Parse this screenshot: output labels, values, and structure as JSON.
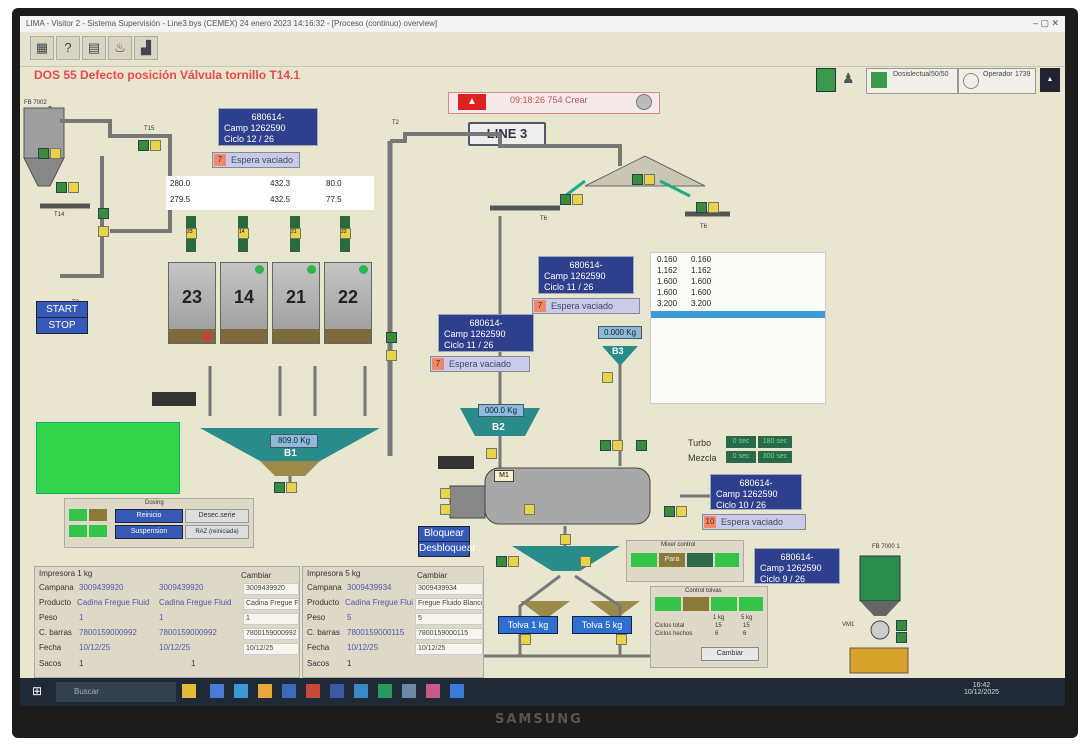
{
  "window": {
    "title": "LIMA - Visitor 2 - Sistema Supervisión - Line3.bys (CEMEX) 24 enero 2023 14:16:32 - [Proceso (continuo) overview]"
  },
  "alarm": {
    "message": "DOS    55  Defecto posición Válvula tornillo T14.1",
    "datetime": "09:18:26   754 Crear"
  },
  "line_label": "LINE 3",
  "tags": {
    "fb_top": "FB 7002",
    "t14_small": "T14",
    "t15": "T15",
    "t2": "T2",
    "t6": "T6",
    "t3": "T3",
    "t6b": "T6",
    "fb_filter": "FB 7000 1",
    "vm": "VM1"
  },
  "recipes": [
    {
      "line1": "680614-",
      "line2": "Camp 1262590",
      "line3": "Ciclo  12 / 26"
    },
    {
      "line1": "680614-",
      "line2": "Camp 1262590",
      "line3": "Ciclo  11 / 26"
    },
    {
      "line1": "680614-",
      "line2": "Camp 1262590",
      "line3": "Ciclo  11 / 26"
    },
    {
      "line1": "680614-",
      "line2": "Camp 1262590",
      "line3": "Ciclo  10 / 26"
    },
    {
      "line1": "680614-",
      "line2": "Camp 1262590",
      "line3": "Ciclo  9 / 26"
    }
  ],
  "espera": [
    {
      "num": "7",
      "text": "Espera vaciado"
    },
    {
      "num": "7",
      "text": "Espera vaciado"
    },
    {
      "num": "7",
      "text": "Espera vaciado"
    },
    {
      "num": "10",
      "text": "Espera vaciado"
    }
  ],
  "silo_readout": {
    "row1": [
      "280.0",
      "432.3",
      "80.0"
    ],
    "row2": [
      "279.5",
      "432.5",
      "77.5"
    ]
  },
  "silos": [
    "23",
    "14",
    "21",
    "22"
  ],
  "silo_tags": [
    "23",
    "14",
    "21",
    "22"
  ],
  "controls": {
    "start": "START",
    "stop": "STOP"
  },
  "b1": {
    "weight": "809.0 Kg",
    "label": "B1"
  },
  "b2": {
    "weight": "000.0 Kg",
    "label": "B2"
  },
  "b3": {
    "weight": "0.000 Kg",
    "label": "B3"
  },
  "mixer": {
    "label": "M1",
    "turbo_label": "Turbo",
    "mezcla_label": "Mezcla",
    "turbo_vals": [
      "0 sec",
      "180 sec"
    ],
    "mezcla_vals": [
      "0 sec",
      "300 sec"
    ]
  },
  "weights_table": [
    [
      "0.160",
      "0.160"
    ],
    [
      "1.162",
      "1.162"
    ],
    [
      "1.600",
      "1.600"
    ],
    [
      "1.600",
      "1.600"
    ],
    [
      "3.200",
      "3.200"
    ]
  ],
  "dosing": {
    "title": "Dosing",
    "btn1": "Reinicio",
    "btn2": "Desec.serie",
    "btn3": "Suspension",
    "btn4": "RAZ (reiniciada)"
  },
  "bloquear": {
    "btn1": "Bloquear",
    "btn2": "Desbloquear"
  },
  "mixer_control": {
    "title": "Mixer control",
    "btn": "Para"
  },
  "control_tolvas": {
    "title": "Control tolvas",
    "col1": "1 kg",
    "col2": "5 kg",
    "row1_label": "Ciclos total",
    "row1": [
      "15",
      "15"
    ],
    "row2_label": "Ciclos hechos",
    "row2": [
      "6",
      "6"
    ],
    "btn": "Cambiar"
  },
  "tolvas": [
    "Tolva 1 kg",
    "Tolva 5 kg"
  ],
  "printers": [
    {
      "title": "Impresora 1 kg",
      "change": "Cambiar",
      "rows": [
        {
          "label": "Campana",
          "v1": "3009439920",
          "v2": "3009439920",
          "v3": "3009439920"
        },
        {
          "label": "Producto",
          "v1": "Cadina Fregue Fluid",
          "v2": "Cadina Fregue Fluid",
          "v3": "Cadina Fregue Flui"
        },
        {
          "label": "Peso",
          "v1": "1",
          "v2": "1",
          "v3": "1"
        },
        {
          "label": "C. barras",
          "v1": "7800159000992",
          "v2": "7800159000992",
          "v3": "7800159000992"
        },
        {
          "label": "Fecha",
          "v1": "10/12/25",
          "v2": "10/12/25",
          "v3": "10/12/25"
        },
        {
          "label": "Sacos",
          "v1": "1",
          "v2": "1",
          "v3": ""
        }
      ]
    },
    {
      "title": "Impresora 5 kg",
      "change": "Cambiar",
      "rows": [
        {
          "label": "Campana",
          "v1": "3009439934",
          "v2": "3009439934"
        },
        {
          "label": "Producto",
          "v1": "Cadina Fregue Fluid",
          "v2": "Fregue Fluido Blanco"
        },
        {
          "label": "Peso",
          "v1": "5",
          "v2": "5"
        },
        {
          "label": "C. barras",
          "v1": "7800159000115",
          "v2": "7800159000115"
        },
        {
          "label": "Fecha",
          "v1": "10/12/25",
          "v2": "10/12/25"
        },
        {
          "label": "Sacos",
          "v1": "1",
          "v2": ""
        }
      ]
    }
  ],
  "status_panel": {
    "box1_title": "Dosislectual",
    "box1_val": "50/50",
    "box2_title": "Operador",
    "box2_val": "1739"
  },
  "taskbar": {
    "search": "Buscar",
    "time": "16:42",
    "date": "10/12/2025"
  },
  "brand": "SAMSUNG",
  "colors": {
    "alarm": "#e8494a",
    "recipe": "#2e3f8e",
    "teal": "#2a8b8b",
    "silo_base": "#7d6b3d",
    "green": "#34d44a"
  }
}
